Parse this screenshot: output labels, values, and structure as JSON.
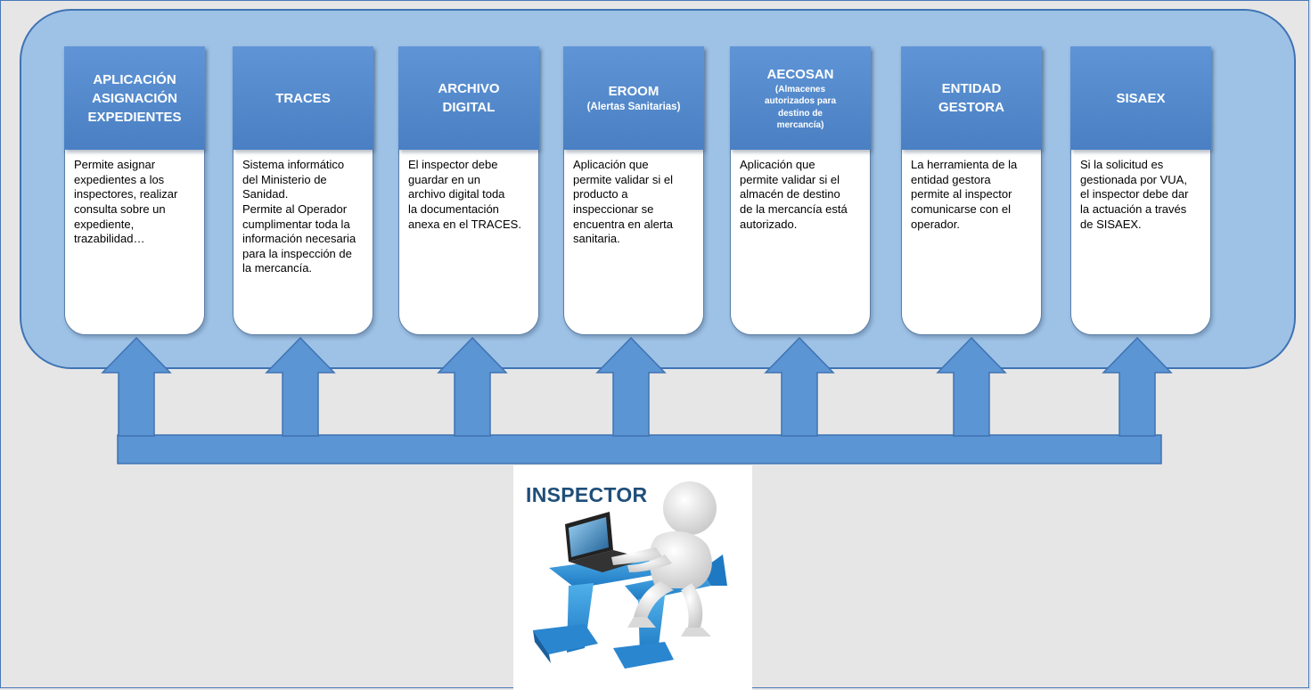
{
  "cards": [
    {
      "title": "APLICACIÓN\nASIGNACIÓN\nEXPEDIENTES",
      "subtitle": "",
      "body": "Permite asignar\nexpedientes a los\ninspectores, realizar\nconsulta sobre un\nexpediente,\ntrazabilidad…"
    },
    {
      "title": "TRACES",
      "subtitle": "",
      "body": "Sistema informático\ndel Ministerio de\nSanidad.\nPermite al Operador\ncumplimentar toda la\ninformación necesaria\npara la inspección de\nla mercancía."
    },
    {
      "title": "ARCHIVO\nDIGITAL",
      "subtitle": "",
      "body": "El inspector debe\nguardar en un\narchivo digital toda\nla documentación\nanexa en el TRACES."
    },
    {
      "title": "EROOM",
      "subtitle": "(Alertas Sanitarias)",
      "body": "Aplicación que\npermite validar si el\nproducto a\ninspeccionar se\nencuentra en alerta\nsanitaria."
    },
    {
      "title": "AECOSAN",
      "subtitle": "(Almacenes\nautorizados para\ndestino de\nmercancía)",
      "body": "Aplicación que\npermite validar si el\nalmacén de destino\nde la mercancía está\nautorizado."
    },
    {
      "title": "ENTIDAD\nGESTORA",
      "subtitle": "",
      "body": "La herramienta de la\nentidad gestora\npermite al inspector\ncomunicarse con el\noperador."
    },
    {
      "title": "SISAEX",
      "subtitle": "",
      "body": "Si la solicitud es\ngestionada por VUA,\nel inspector debe dar\nla actuación a través\nde SISAEX."
    }
  ],
  "inspector": {
    "label": "INSPECTOR"
  },
  "colors": {
    "panel": "#9dc2e6",
    "header": "#4f86c6",
    "arrow": "#5b95d3",
    "label": "#1f4e79"
  }
}
